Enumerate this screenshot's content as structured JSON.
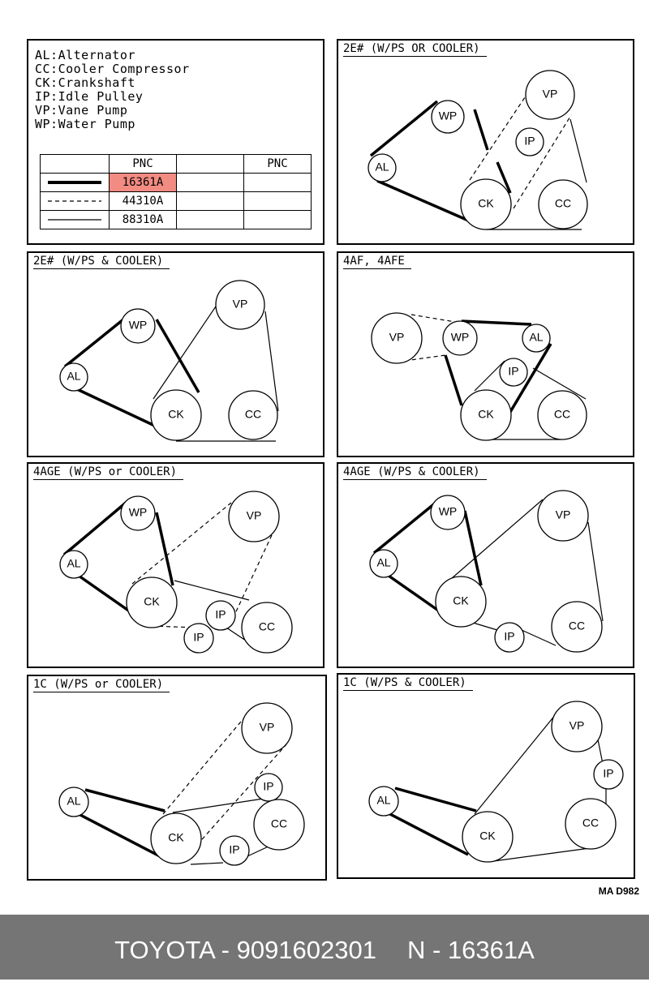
{
  "legend": {
    "items": [
      "AL:Alternator",
      "CC:Cooler Compressor",
      "CK:Crankshaft",
      "IP:Idle Pulley",
      "VP:Vane Pump",
      "WP:Water Pump"
    ],
    "table": {
      "header": "PNC",
      "header2": "PNC",
      "rows": [
        {
          "style": "thick-solid",
          "pnc": "16361A",
          "highlight": true
        },
        {
          "style": "dashed",
          "pnc": "44310A",
          "highlight": false
        },
        {
          "style": "thin-solid",
          "pnc": "88310A",
          "highlight": false
        }
      ],
      "highlight_color": "#f28b82"
    }
  },
  "labels": {
    "AL": "AL",
    "WP": "WP",
    "VP": "VP",
    "IP": "IP",
    "CK": "CK",
    "CC": "CC"
  },
  "panels": [
    {
      "title": "2E# (W/PS OR COOLER)"
    },
    {
      "title": "2E# (W/PS & COOLER)"
    },
    {
      "title": "4AF, 4AFE"
    },
    {
      "title": "4AGE (W/PS or COOLER)"
    },
    {
      "title": "4AGE (W/PS & COOLER)"
    },
    {
      "title": "1C (W/PS or COOLER)"
    },
    {
      "title": "1C (W/PS & COOLER)"
    }
  ],
  "ref_code": "MA D982",
  "footer": {
    "brand_part": "TOYOTA - 9091602301",
    "pnc": "N - 16361A"
  }
}
